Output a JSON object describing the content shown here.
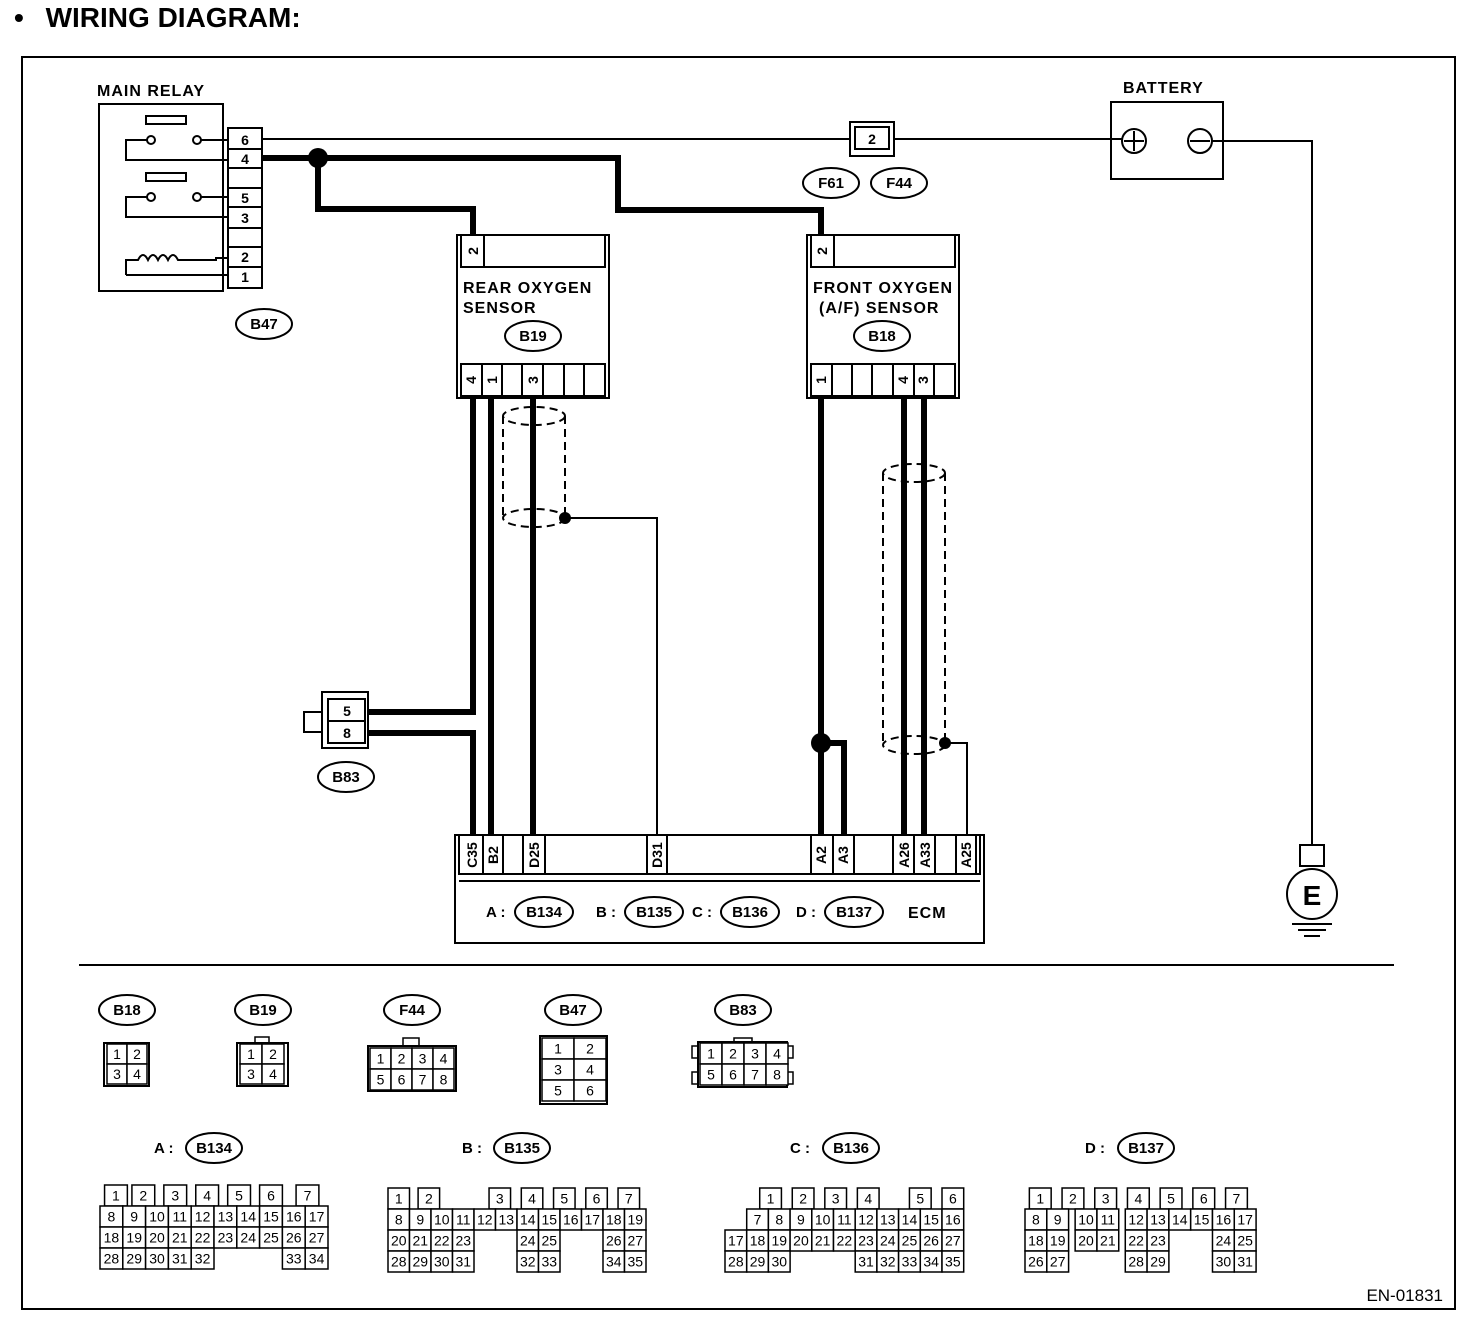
{
  "heading": {
    "bullet": "•",
    "title": "WIRING DIAGRAM:"
  },
  "main_relay": {
    "label": "MAIN RELAY",
    "connector": "B47",
    "pins": [
      "6",
      "4",
      "5",
      "3",
      "2",
      "1"
    ]
  },
  "battery": {
    "label": "BATTERY",
    "pos": "+",
    "neg": "−"
  },
  "fuse": {
    "pin": "2",
    "connectors": [
      "F61",
      "F44"
    ]
  },
  "rear_sensor": {
    "label1": "REAR OXYGEN",
    "label2": "SENSOR",
    "connector": "B19",
    "top_pin": "2",
    "bottom_pins": [
      "4",
      "1",
      "3"
    ]
  },
  "front_sensor": {
    "label1": "FRONT OXYGEN",
    "label2": "(A/F) SENSOR",
    "connector": "B18",
    "top_pin": "2",
    "bottom_pins": [
      "1",
      "4",
      "3"
    ]
  },
  "joint": {
    "connector": "B83",
    "pins": [
      "5",
      "8"
    ]
  },
  "ground": {
    "label": "E"
  },
  "ecm": {
    "label": "ECM",
    "pins": [
      "C35",
      "B2",
      "D25",
      "D31",
      "A2",
      "A3",
      "A26",
      "A33",
      "A25"
    ],
    "connectors": [
      {
        "prefix": "A :",
        "name": "B134"
      },
      {
        "prefix": "B :",
        "name": "B135"
      },
      {
        "prefix": "C :",
        "name": "B136"
      },
      {
        "prefix": "D :",
        "name": "B137"
      }
    ]
  },
  "faces": {
    "b18": {
      "name": "B18",
      "rows": [
        [
          "1",
          "2"
        ],
        [
          "3",
          "4"
        ]
      ]
    },
    "b19": {
      "name": "B19",
      "rows": [
        [
          "1",
          "2"
        ],
        [
          "3",
          "4"
        ]
      ]
    },
    "f44": {
      "name": "F44",
      "rows": [
        [
          "1",
          "2",
          "3",
          "4"
        ],
        [
          "5",
          "6",
          "7",
          "8"
        ]
      ]
    },
    "b47": {
      "name": "B47",
      "rows": [
        [
          "1",
          "2"
        ],
        [
          "3",
          "4"
        ],
        [
          "5",
          "6"
        ]
      ]
    },
    "b83": {
      "name": "B83",
      "rows": [
        [
          "1",
          "2",
          "3",
          "4"
        ],
        [
          "5",
          "6",
          "7",
          "8"
        ]
      ]
    },
    "b134": {
      "prefix": "A :",
      "name": "B134",
      "rows": [
        [
          "1",
          "2",
          "3",
          "4",
          "5",
          "6",
          "7"
        ],
        [
          "8",
          "9",
          "10",
          "11",
          "12",
          "13",
          "14",
          "15",
          "16",
          "17"
        ],
        [
          "18",
          "19",
          "20",
          "21",
          "22",
          "23",
          "24",
          "25",
          "26",
          "27"
        ],
        [
          "28",
          "29",
          "30",
          "31",
          "32",
          "33",
          "34"
        ]
      ]
    },
    "b135": {
      "prefix": "B :",
      "name": "B135",
      "rows": [
        [
          "1",
          "2",
          "3",
          "4",
          "5",
          "6",
          "7"
        ],
        [
          "8",
          "9",
          "10",
          "11",
          "12",
          "13",
          "14",
          "15",
          "16",
          "17",
          "18",
          "19"
        ],
        [
          "20",
          "21",
          "22",
          "23",
          "24",
          "25",
          "26",
          "27"
        ],
        [
          "28",
          "29",
          "30",
          "31",
          "32",
          "33",
          "34",
          "35"
        ]
      ]
    },
    "b136": {
      "prefix": "C :",
      "name": "B136",
      "rows": [
        [
          "1",
          "2",
          "3",
          "4",
          "5",
          "6"
        ],
        [
          "7",
          "8",
          "9",
          "10",
          "11",
          "12",
          "13",
          "14",
          "15",
          "16"
        ],
        [
          "17",
          "18",
          "19",
          "20",
          "21",
          "22",
          "23",
          "24",
          "25",
          "26",
          "27"
        ],
        [
          "28",
          "29",
          "30",
          "31",
          "32",
          "33",
          "34",
          "35"
        ]
      ]
    },
    "b137": {
      "prefix": "D :",
      "name": "B137",
      "rows": [
        [
          "1",
          "2",
          "3",
          "4",
          "5",
          "6",
          "7"
        ],
        [
          "8",
          "9",
          "10",
          "11",
          "12",
          "13",
          "14",
          "15",
          "16",
          "17"
        ],
        [
          "18",
          "19",
          "20",
          "21",
          "22",
          "23",
          "24",
          "25"
        ],
        [
          "26",
          "27",
          "28",
          "29",
          "30",
          "31"
        ]
      ]
    }
  },
  "figure_code": "EN-01831"
}
